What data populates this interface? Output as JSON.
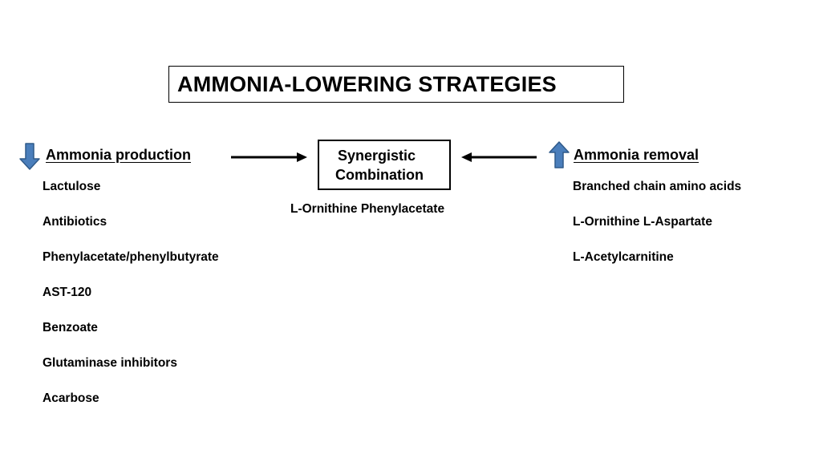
{
  "title": "AMMONIA-LOWERING STRATEGIES",
  "left": {
    "heading": "Ammonia production",
    "direction_icon": "down-arrow-icon",
    "items": [
      "Lactulose",
      "Antibiotics",
      "Phenylacetate/phenylbutyrate",
      "AST-120",
      "Benzoate",
      "Glutaminase inhibitors",
      "Acarbose"
    ]
  },
  "center": {
    "line1": "Synergistic",
    "line2": "Combination",
    "example": "L-Ornithine Phenylacetate"
  },
  "right": {
    "heading": "Ammonia removal",
    "direction_icon": "up-arrow-icon",
    "items": [
      "Branched chain amino acids",
      "L-Ornithine L-Aspartate",
      "L-Acetylcarnitine"
    ]
  },
  "colors": {
    "arrow_fill": "#4a7ebb",
    "arrow_stroke": "#2f5a8a",
    "text": "#000000",
    "background": "#ffffff"
  }
}
